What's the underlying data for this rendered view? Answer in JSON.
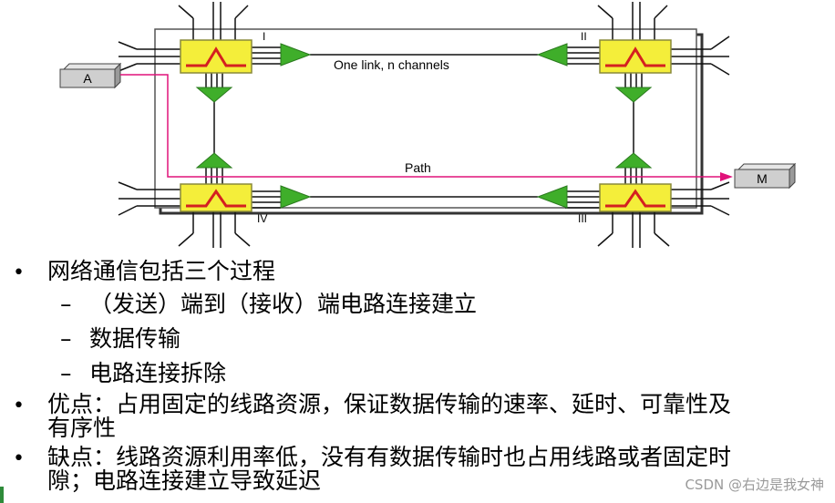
{
  "diagram": {
    "switches": [
      "I",
      "II",
      "III",
      "IV"
    ],
    "endpoint_a": "A",
    "endpoint_m": "M",
    "link_label": "One link, n channels",
    "path_label": "Path",
    "colors": {
      "switch_fill": "#f4ee3a",
      "switch_border": "#8a8a3a",
      "arrow": "#3fae2a",
      "path": "#e0127a",
      "frame": "#222222"
    }
  },
  "bullets": {
    "b1": "网络通信包括三个过程",
    "s1": "（发送）端到（接收）端电路连接建立",
    "s2": "数据传输",
    "s3": "电路连接拆除",
    "b2_l1": "优点：占用固定的线路资源，保证数据传输的速率、延时、可靠性及",
    "b2_l2": "有序性",
    "b3_l1": "缺点：线路资源利用率低，没有有数据传输时也占用线路或者固定时",
    "b3_l2": "隙；电路连接建立导致延迟"
  },
  "marks": {
    "bullet": "•",
    "dash": "–"
  },
  "watermark": "CSDN @右边是我女神"
}
